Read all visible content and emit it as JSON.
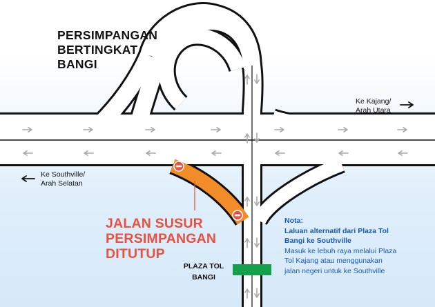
{
  "map": {
    "title_lines": [
      "PERSIMPANGAN",
      "BERTINGKAT",
      "BANGI"
    ],
    "direction_kajang_lines": [
      "Ke Kajang/",
      "Arah Utara"
    ],
    "direction_southville_lines": [
      "Ke Southville/",
      "Arah Selatan"
    ],
    "closed_road_lines": [
      "JALAN SUSUR",
      "PERSIMPANGAN",
      "DITUTUP"
    ],
    "toll_plaza_lines": [
      "PLAZA TOL",
      "BANGI"
    ],
    "note": {
      "heading": "Nota:",
      "bold_lines": [
        "Laluan alternatif dari Plaza Tol",
        "Bangi ke Southville"
      ],
      "text_lines": [
        "Masuk ke lebuh raya melalui Plaza",
        "Tol Kajang atau menggunakan",
        "jalan negeri untuk ke Southville"
      ]
    },
    "colors": {
      "road": "#ffffff",
      "road_edge": "#111111",
      "closed_ramp": "#f28c28",
      "closed_text": "#e8503f",
      "no_entry": "#e8503f",
      "toll_plaza": "#12a04b",
      "note_text": "#1a5ab0",
      "lane_arrow": "#a8a8a8"
    },
    "icons": [
      "no-entry-icon",
      "arrow-right-icon",
      "arrow-left-icon",
      "lane-arrow-icon"
    ]
  }
}
